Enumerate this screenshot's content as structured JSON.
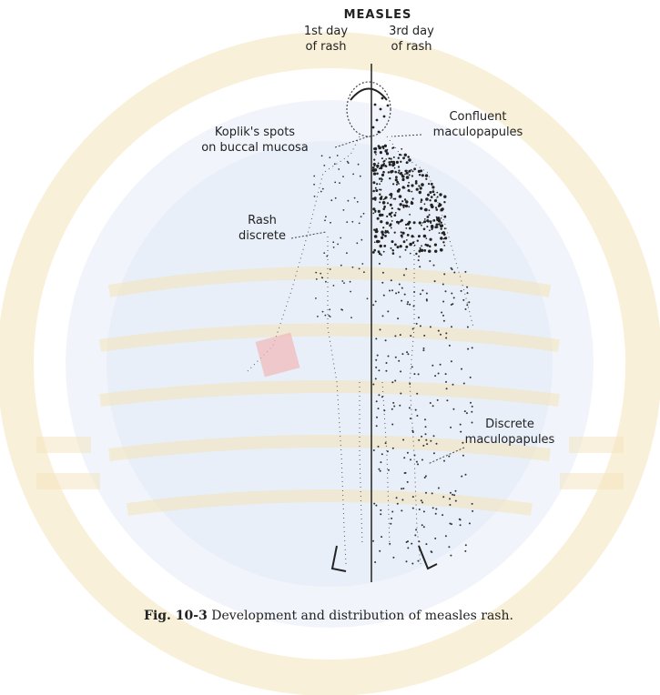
{
  "title": "MEASLES",
  "column_left": [
    "1st day",
    "of rash"
  ],
  "column_right": [
    "3rd day",
    "of rash"
  ],
  "labels": {
    "koplik": [
      "Koplik's spots",
      "on buccal mucosa"
    ],
    "confluent": [
      "Confluent",
      "maculopapules"
    ],
    "rash_discrete": [
      "Rash",
      "discrete"
    ],
    "discrete_mp": [
      "Discrete",
      "maculopapules"
    ]
  },
  "caption": {
    "fig": "Fig. 10-3",
    "text": "Development and distribution of measles rash."
  },
  "colors": {
    "seal_gold": "#f3e0b0",
    "seal_blue": "#dfe9f4",
    "ink": "#222222",
    "pink_patch": "#f2b8b8"
  }
}
